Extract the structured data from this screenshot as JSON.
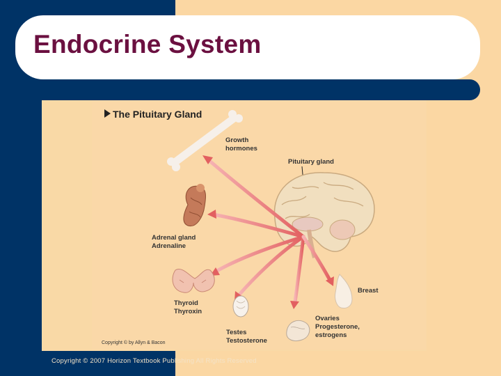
{
  "slide": {
    "title": "Endocrine System",
    "footer_copyright": "Copyright © 2007 Horizon Textbook Publishing All Rights Reserved"
  },
  "figure": {
    "heading": "The Pituitary Gland",
    "figure_credit": "Copyright © by Allyn & Bacon",
    "labels": {
      "pituitary": "Pituitary gland",
      "growth_1": "Growth",
      "growth_2": "hormones",
      "adrenal_1": "Adrenal gland",
      "adrenal_2": "Adrenaline",
      "thyroid_1": "Thyroid",
      "thyroid_2": "Thyroxin",
      "testes_1": "Testes",
      "testes_2": "Testosterone",
      "ovaries_1": "Ovaries",
      "ovaries_2": "Progesterone,",
      "ovaries_3": "estrogens",
      "breast": "Breast"
    }
  },
  "colors": {
    "navy": "#003366",
    "peach": "#fbd7a3",
    "title": "#6b1040",
    "arrow": "#e06b6b"
  }
}
